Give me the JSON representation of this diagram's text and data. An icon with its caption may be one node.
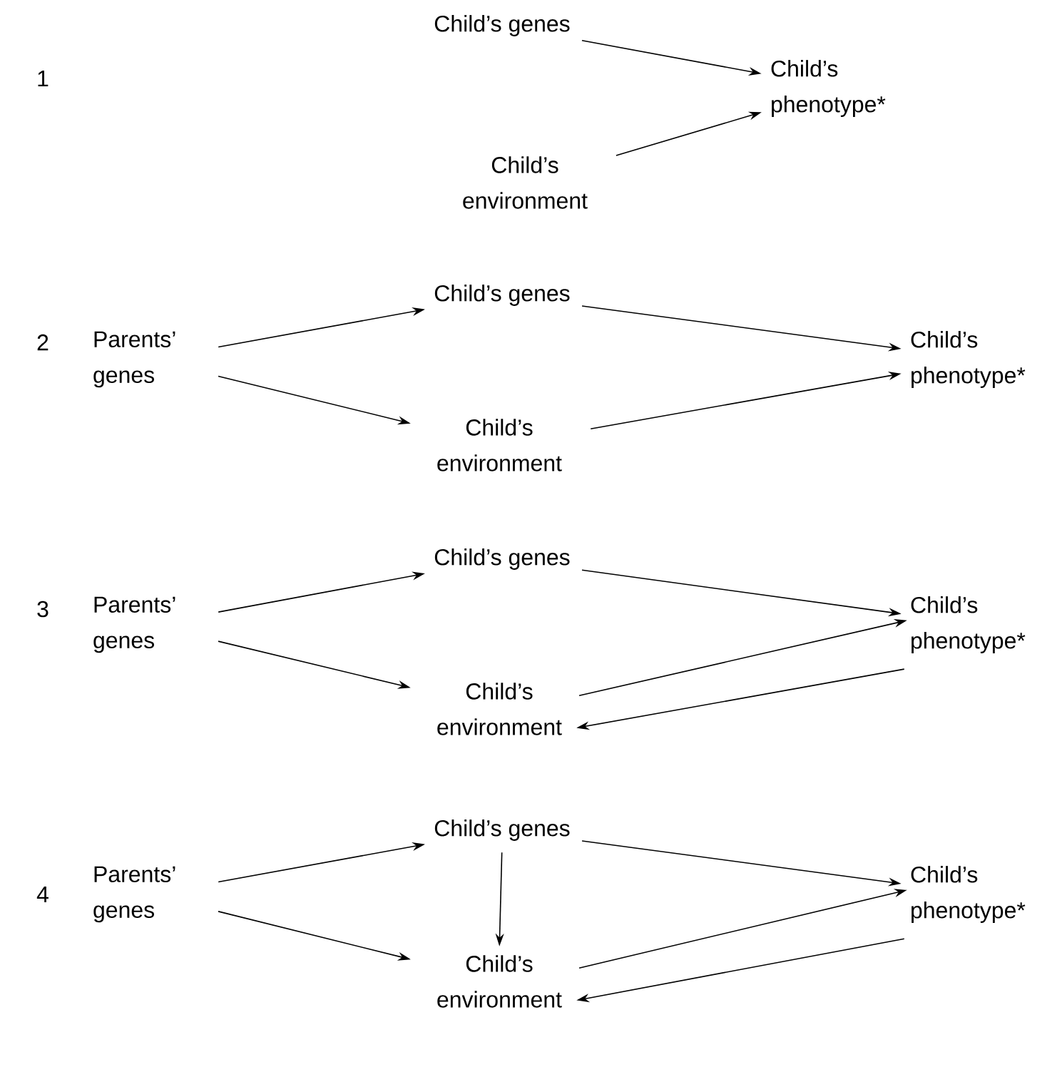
{
  "diagram": {
    "nodes": [
      {
        "text": [
          "Child’s genes"
        ]
      },
      {
        "text": [
          "Child’s environment"
        ]
      },
      {
        "text": [
          "Child’s phenotype*"
        ]
      },
      {
        "text": [
          "Parents’ genes"
        ]
      },
      {
        "text": [
          "Child’s genes"
        ]
      },
      {
        "text": [
          "Child’s environment"
        ]
      },
      {
        "text": [
          "Child’s phenotype*"
        ]
      },
      {
        "text": [
          "Parents’ genes"
        ]
      },
      {
        "text": [
          "Child’s genes"
        ]
      },
      {
        "text": [
          "Child’s environment"
        ]
      },
      {
        "text": [
          "Child’s phenotype*"
        ]
      },
      {
        "text": [
          "Parents’ genes"
        ]
      },
      {
        "text": [
          "Child’s genes"
        ]
      },
      {
        "text": [
          "Child’s environment"
        ]
      },
      {
        "text": [
          "Child’s phenotype*"
        ]
      }
    ],
    "edges": [
      {
        "from": 0,
        "to": 2,
        "arrow": "to"
      },
      {
        "from": 1,
        "to": 2,
        "arrow": "to"
      },
      {
        "from": 3,
        "to": 4,
        "arrow": "to"
      },
      {
        "from": 3,
        "to": 5,
        "arrow": "to"
      },
      {
        "from": 4,
        "to": 6,
        "arrow": "to"
      },
      {
        "from": 5,
        "to": 6,
        "arrow": "to"
      },
      {
        "from": 7,
        "to": 8,
        "arrow": "to"
      },
      {
        "from": 7,
        "to": 9,
        "arrow": "to"
      },
      {
        "from": 8,
        "to": 10,
        "arrow": "to"
      },
      {
        "from": 9,
        "to": 10,
        "arrow": "to"
      },
      {
        "from": 10,
        "to": 9,
        "arrow": "to"
      },
      {
        "from": 11,
        "to": 12,
        "arrow": "to"
      },
      {
        "from": 11,
        "to": 13,
        "arrow": "to"
      },
      {
        "from": 12,
        "to": 13,
        "arrow": "to"
      },
      {
        "from": 12,
        "to": 14,
        "arrow": "to"
      },
      {
        "from": 13,
        "to": 14,
        "arrow": "to"
      },
      {
        "from": 14,
        "to": 13,
        "arrow": "to"
      }
    ],
    "labels": [
      "1",
      "2",
      "3",
      "4"
    ]
  }
}
